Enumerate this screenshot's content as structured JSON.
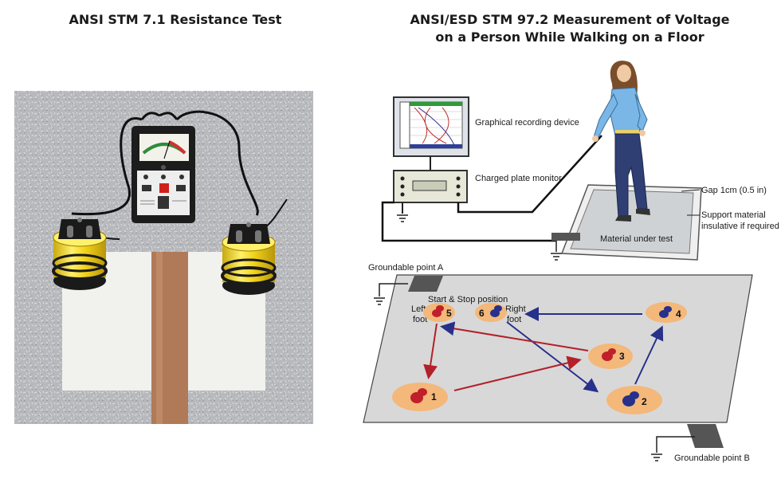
{
  "left_panel": {
    "title": "ANSI STM 7.1 Resistance Test"
  },
  "right_panel": {
    "title_line1": "ANSI/ESD STM 97.2 Measurement of Voltage",
    "title_line2": "on a Person While Walking on a Floor",
    "labels": {
      "recording_device": "Graphical recording device",
      "plate_monitor": "Charged plate monitor",
      "gap": "Gap 1cm (0.5 in)",
      "support_line1": "Support material",
      "support_line2": "insulative if required",
      "material": "Material under test",
      "groundable_a": "Groundable point A",
      "groundable_b": "Groundable point B",
      "start_stop": "Start & Stop position",
      "left_foot_1": "Left",
      "left_foot_2": "foot",
      "right_foot_1": "Right",
      "right_foot_2": "foot"
    },
    "steps": [
      "1",
      "2",
      "3",
      "4",
      "5",
      "6"
    ]
  },
  "colors": {
    "left_foot": "#c0202a",
    "right_foot": "#27308a",
    "pad": "#f3b87a",
    "floor": "#d8d8d8",
    "probe_yellow": "#f2d31a",
    "copper": "#b07a58"
  }
}
